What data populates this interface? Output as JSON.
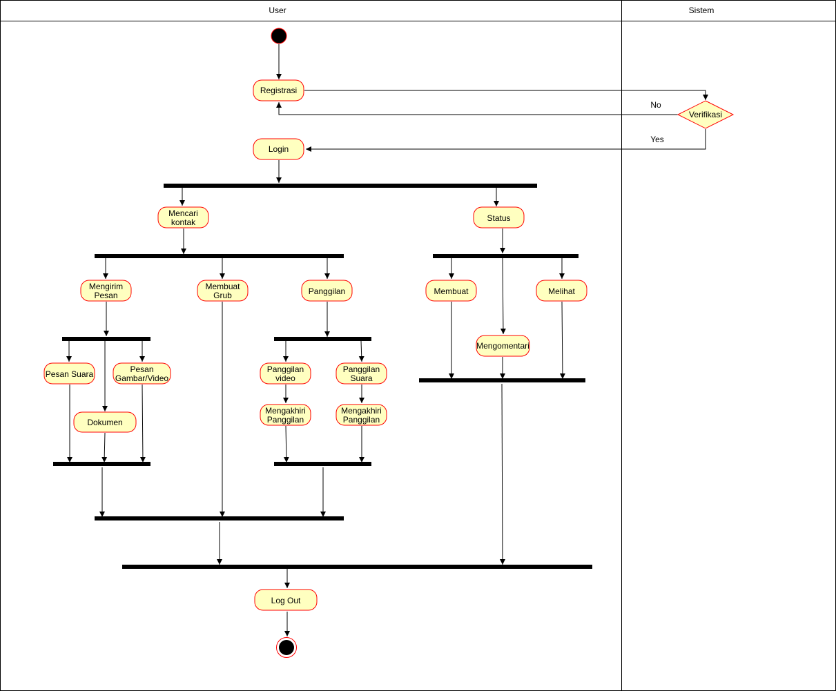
{
  "lanes": {
    "user": "User",
    "system": "Sistem"
  },
  "colors": {
    "node_fill": "#ffffc0",
    "node_stroke": "#ff0000",
    "bar": "#000000",
    "line": "#000000"
  },
  "activities": {
    "registrasi": "Registrasi",
    "login": "Login",
    "mencari_kontak": [
      "Mencari",
      "kontak"
    ],
    "status": "Status",
    "mengirim_pesan": [
      "Mengirim",
      "Pesan"
    ],
    "membuat_grub": [
      "Membuat",
      "Grub"
    ],
    "panggilan": "Panggilan",
    "membuat": "Membuat",
    "melihat": "Melihat",
    "mengomentari": "Mengomentari",
    "pesan_suara": "Pesan Suara",
    "pesan_gambar_video": [
      "Pesan",
      "Gambar/Video"
    ],
    "dokumen": "Dokumen",
    "panggilan_video": [
      "Panggilan",
      "video"
    ],
    "panggilan_suara": [
      "Panggilan",
      "Suara"
    ],
    "mengakhiri_panggilan_video": [
      "Mengakhiri",
      "Panggilan"
    ],
    "mengakhiri_panggilan_suara": [
      "Mengakhiri",
      "Panggilan"
    ],
    "log_out": "Log Out"
  },
  "decision": {
    "label": "Verifikasi",
    "no": "No",
    "yes": "Yes"
  }
}
